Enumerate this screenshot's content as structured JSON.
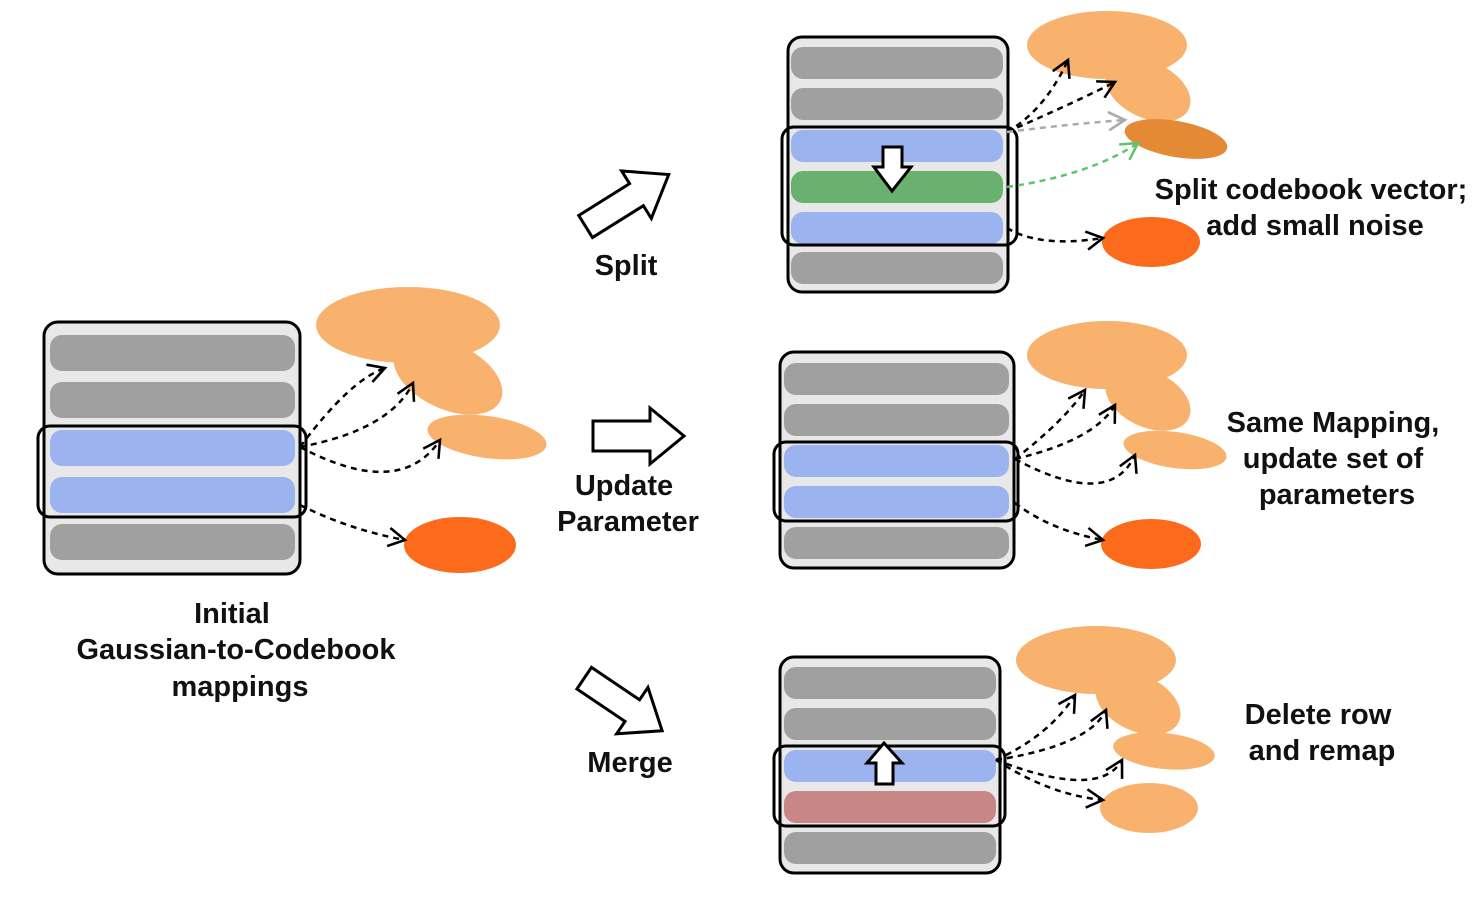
{
  "labels": {
    "initial": [
      "Initial",
      "Gaussian-to-Codebook",
      "mappings"
    ],
    "split_arrow": "Split",
    "update_arrow": [
      "Update",
      "Parameter"
    ],
    "merge_arrow": "Merge",
    "split_desc": [
      "Split codebook vector;",
      "add small noise"
    ],
    "update_desc": [
      "Same Mapping,",
      "update set of",
      "parameters"
    ],
    "merge_desc": [
      "Delete row",
      "and remap"
    ]
  },
  "colors": {
    "panel_bg": "#e8e8e8",
    "row_gray": "#a0a0a0",
    "row_blue": "#9bb4f0",
    "row_green": "#6ab06e",
    "row_red": "#c98686",
    "gaussian_light": "#f8b26d",
    "gaussian_dark_orange": "#e58a34",
    "gaussian_red_orange": "#fc6b1c",
    "arrow_gray": "#aaaaaa",
    "arrow_green": "#5dc56a"
  }
}
